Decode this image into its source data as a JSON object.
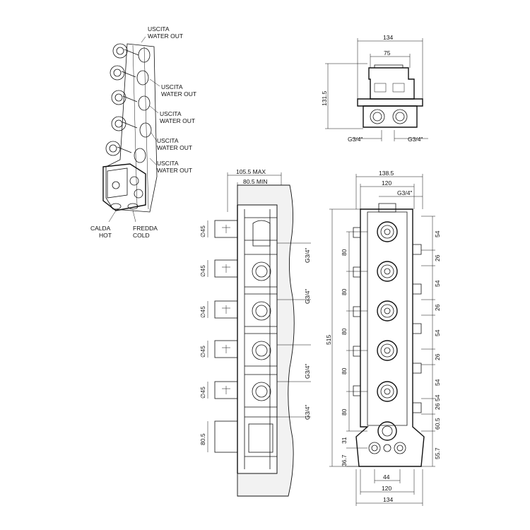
{
  "labels": {
    "outlet_it": "USCITA",
    "outlet_en": "WATER OUT",
    "hot_it": "CALDA",
    "hot_en": "HOT",
    "cold_it": "FREDDA",
    "cold_en": "COLD"
  },
  "top_view": {
    "width": "134",
    "inner_width": "75",
    "height": "131.5",
    "thread_left": "G3/4\"",
    "thread_right": "G3/4\""
  },
  "side_view": {
    "depth_max": "105.5  MAX",
    "depth_min": "80.5  MIN",
    "dia_labels": [
      "∅45",
      "∅45",
      "∅45",
      "∅45",
      "∅45"
    ],
    "bottom_dim": "80.5",
    "thread_labels": [
      "G3/4\"",
      "G3/4\"",
      "G3/4\"",
      "G3/4\""
    ]
  },
  "front_view": {
    "top_width": "138.5",
    "top_inner": "120",
    "top_thread": "G3/4\"",
    "total_height": "515",
    "left_dims": [
      "80",
      "80",
      "80",
      "80",
      "80"
    ],
    "left_bottom_a": "31",
    "left_bottom_b": "36.7",
    "right_dims": [
      "54",
      "26",
      "54",
      "26",
      "54",
      "26",
      "54",
      "26",
      "54",
      "60.5",
      "55.7"
    ],
    "bottom_inner": "44",
    "bottom_mid": "120",
    "bottom_total": "134"
  }
}
